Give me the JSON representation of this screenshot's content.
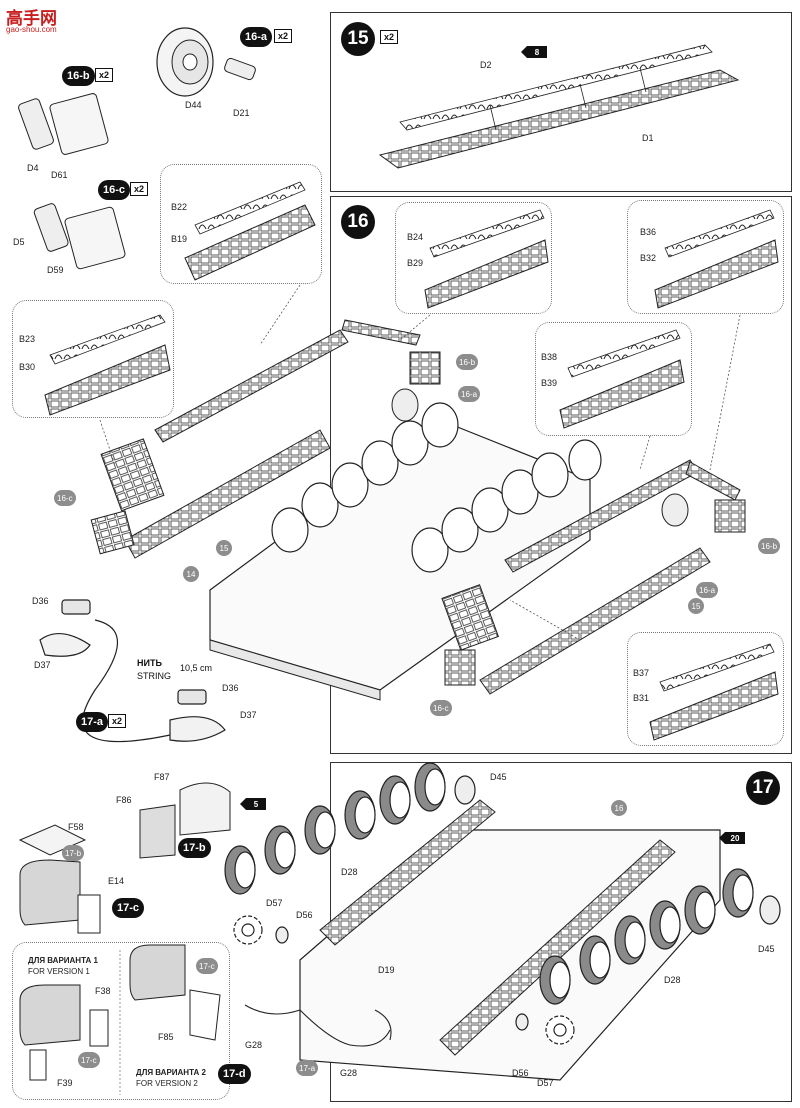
{
  "logo": {
    "text": "高手网",
    "sub": "gao-shou.com"
  },
  "steps": {
    "s15": "15",
    "s16": "16",
    "s17": "17",
    "s16a": "16-a",
    "s16b": "16-b",
    "s16c": "16-c",
    "s17a": "17-a",
    "s17b": "17-b",
    "s17c": "17-c",
    "s17d": "17-d"
  },
  "multipliers": {
    "x2": "x2"
  },
  "flags": {
    "f8": "8",
    "f5": "5",
    "f20": "20"
  },
  "parts": {
    "D44": "D44",
    "D21": "D21",
    "D4": "D4",
    "D61": "D61",
    "D5": "D5",
    "D59": "D59",
    "D1": "D1",
    "D2": "D2",
    "B22": "B22",
    "B19": "B19",
    "B23": "B23",
    "B30": "B30",
    "B24": "B24",
    "B29": "B29",
    "B36": "B36",
    "B32": "B32",
    "B38": "B38",
    "B39": "B39",
    "B37": "B37",
    "B31": "B31",
    "D36": "D36",
    "D37": "D37",
    "F87": "F87",
    "F86": "F86",
    "F58": "F58",
    "E14": "E14",
    "F38": "F38",
    "F85": "F85",
    "F39": "F39",
    "D45": "D45",
    "D28": "D28",
    "D57": "D57",
    "D56": "D56",
    "D19": "D19",
    "G28": "G28"
  },
  "refs": {
    "r14": "14",
    "r15": "15",
    "r16": "16",
    "r17a": "17-a",
    "r17b": "17-b",
    "r17c": "17-c",
    "r16a": "16-a",
    "r16b": "16-b",
    "r16c": "16-c"
  },
  "string": {
    "ru": "НИТЬ",
    "en": "STRING",
    "length": "10,5 cm"
  },
  "versions": {
    "v1_ru": "ДЛЯ ВАРИАНТА 1",
    "v1_en": "FOR VERSION 1",
    "v2_ru": "ДЛЯ ВАРИАНТА 2",
    "v2_en": "FOR VERSION 2"
  }
}
